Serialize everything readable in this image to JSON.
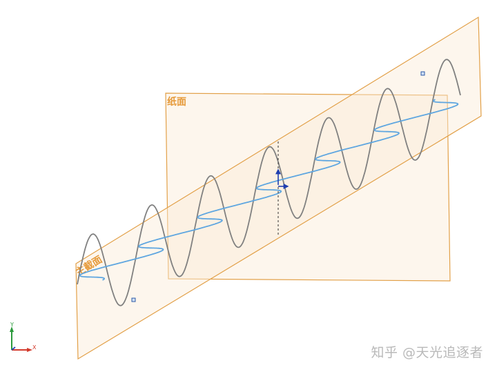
{
  "planes": {
    "paper": {
      "label": "纸面"
    },
    "principal": {
      "label": "主截面"
    }
  },
  "axes": {
    "x_label": "X",
    "y_label": "Y"
  },
  "watermark": "知乎 @天光追逐者",
  "colors": {
    "plane_fill": "#fdf3e6",
    "plane_stroke": "#e2a048",
    "plane_label": "#e69a3a",
    "wave_principal": "#7f7f7f",
    "wave_paper": "#5ea6e0",
    "marker": "#2f5aa6",
    "axis_x": "#d33a2c",
    "axis_y": "#2b9a3c",
    "axis_z": "#2a4db4"
  }
}
